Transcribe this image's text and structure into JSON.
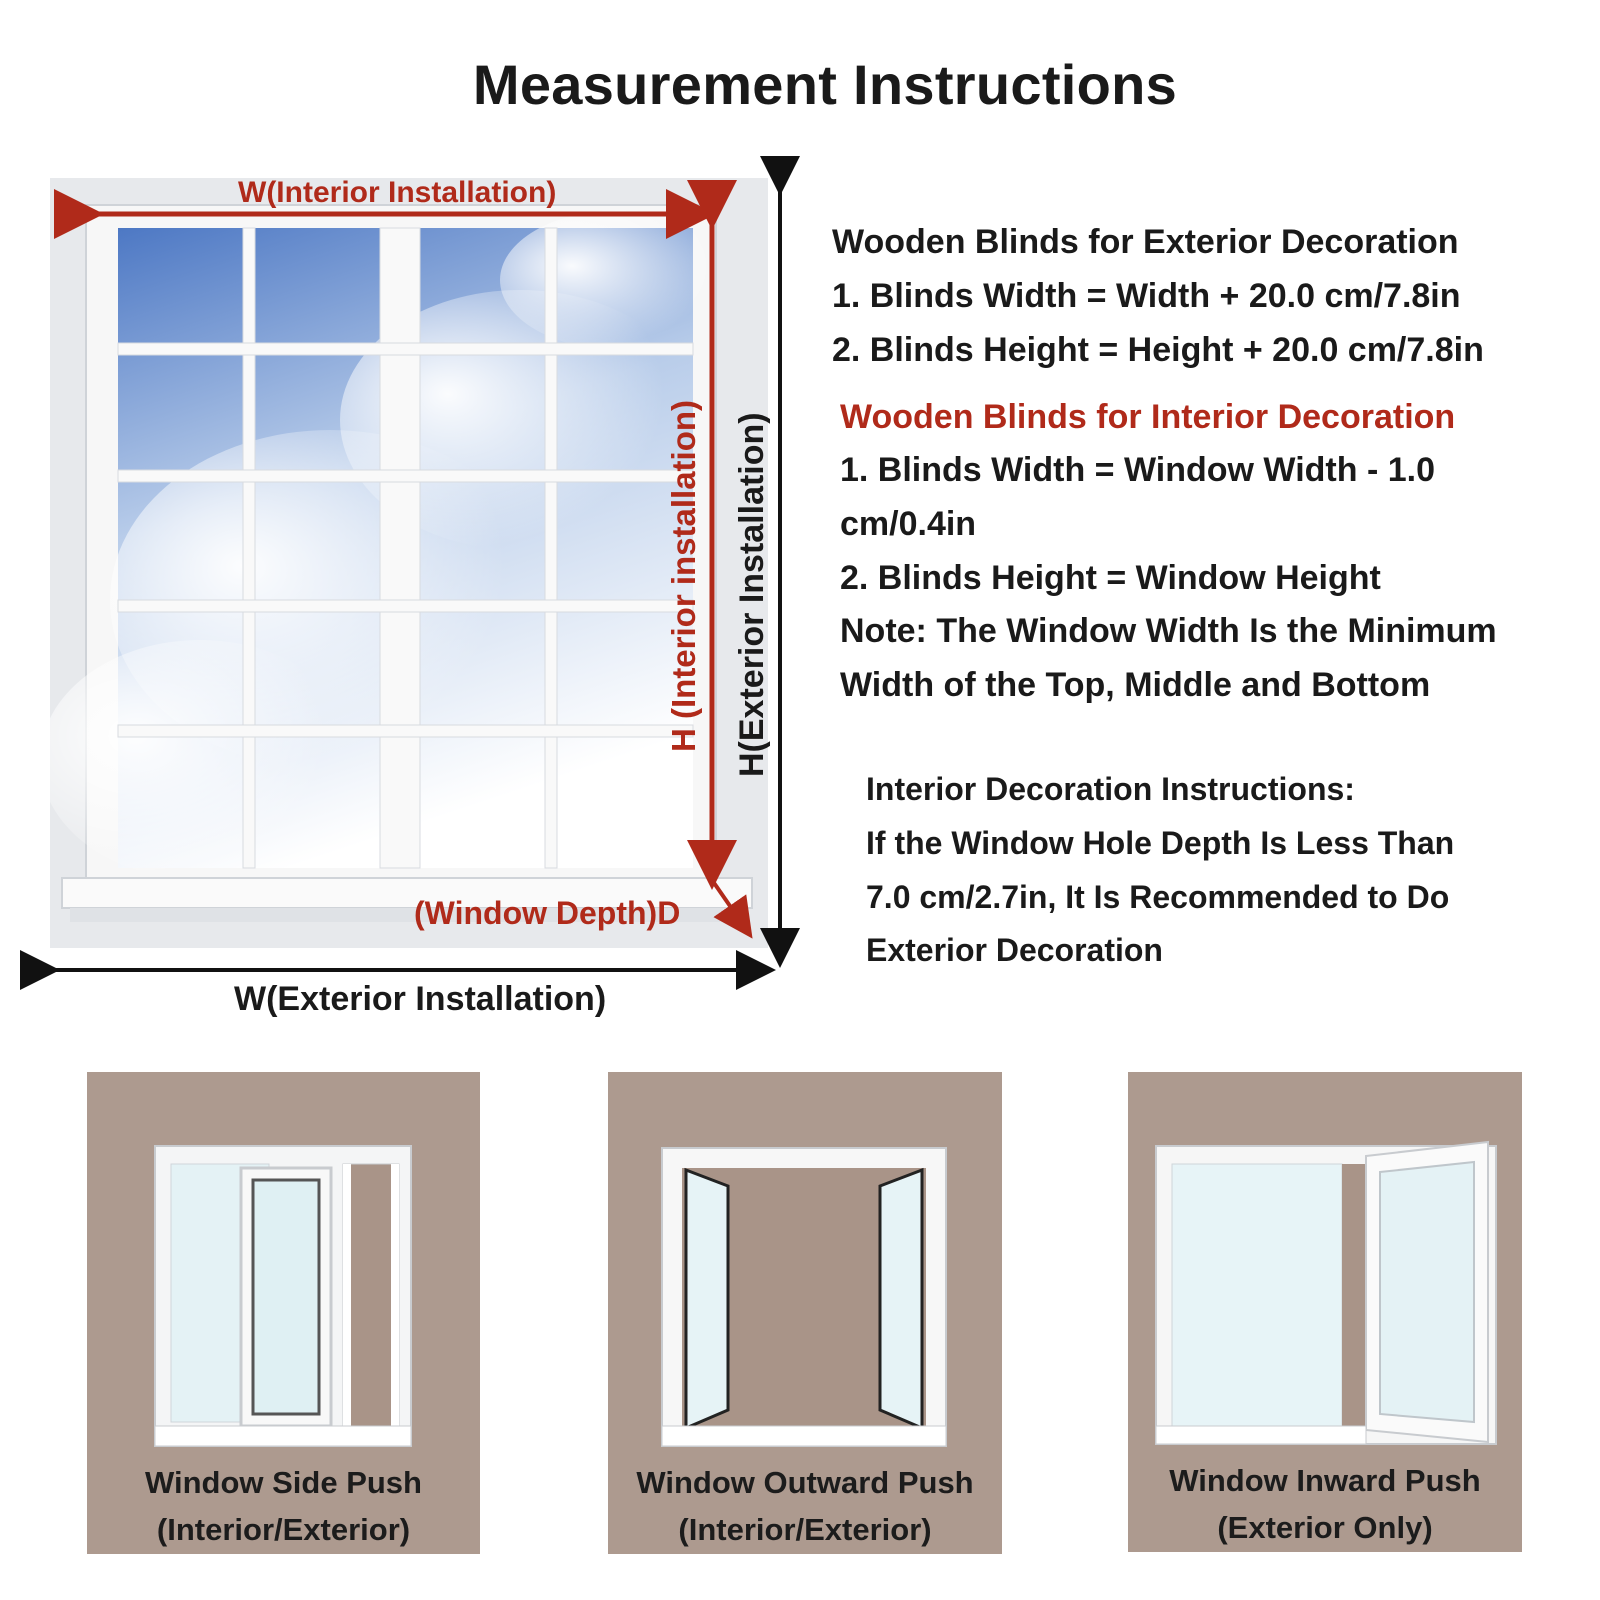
{
  "title": "Measurement Instructions",
  "diagram": {
    "w_interior": "W(Interior Installation)",
    "h_interior": "H (Interior installation)",
    "h_exterior": "H(Exterior Installation)",
    "window_depth": "(Window Depth)D",
    "w_exterior": "W(Exterior Installation)"
  },
  "exterior": {
    "heading": "Wooden Blinds for Exterior Decoration",
    "line1": "1. Blinds Width = Width + 20.0 cm/7.8in",
    "line2": "2. Blinds Height = Height + 20.0 cm/7.8in"
  },
  "interior": {
    "heading": "Wooden Blinds for Interior Decoration",
    "line1a": "1. Blinds Width = Window Width - 1.0",
    "line1b": "cm/0.4in",
    "line2": "2. Blinds Height = Window Height",
    "note_a": "Note: The Window Width Is the Minimum",
    "note_b": "Width of the Top, Middle and Bottom"
  },
  "instructions": {
    "heading": "Interior Decoration Instructions:",
    "line1": "If the Window Hole Depth Is Less Than",
    "line2": "7.0 cm/2.7in, It Is Recommended to Do",
    "line3": "Exterior Decoration"
  },
  "window_types": [
    {
      "name": "Window Side Push",
      "note": "(Interior/Exterior)"
    },
    {
      "name": "Window Outward Push",
      "note": "(Interior/Exterior)"
    },
    {
      "name": "Window Inward Push",
      "note": "(Exterior Only)"
    }
  ],
  "colors": {
    "accent_red": "#b02a1a",
    "panel": "#ad9a8f",
    "text": "#1a1a1a"
  }
}
